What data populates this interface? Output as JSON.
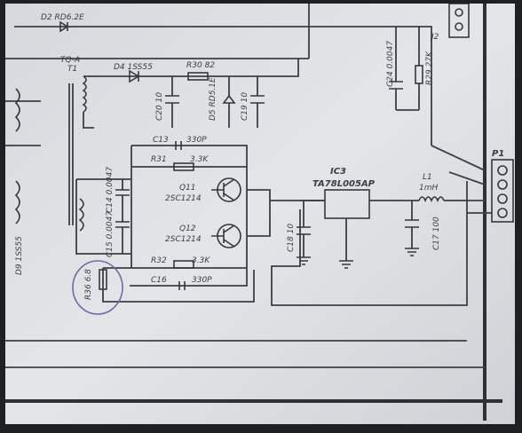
{
  "labels": {
    "d2": "D2 RD6.2E",
    "t1": "T1",
    "tpa": "TQ-A",
    "d4": "D4 1SS55",
    "r30": "R30 82",
    "d5": "D5 RD5.1E",
    "c20": "C20 10",
    "c19": "C19 10",
    "c24": "C24 0.0047",
    "r29": "R29 27K",
    "c13": "C13",
    "c13v": "330P",
    "r31": "R31",
    "r31v": "3.3K",
    "c14": "C14 0.0047",
    "q11": "Q11",
    "q11p": "2SC1214",
    "c15": "C15 0.0047",
    "q12": "Q12",
    "q12p": "2SC1214",
    "d9": "D9 1SS55",
    "r36": "R36 6.8",
    "r32": "R32",
    "r32v": "3.3K",
    "c16": "C16",
    "c16v": "330P",
    "ic3": "IC3",
    "ic3p": "TA78L005AP",
    "c18": "C18 10",
    "l1": "L1",
    "l1v": "1mH",
    "c17": "C17 100",
    "p1": "P1",
    "j2": "J2"
  },
  "colors": {
    "paper": "#dcdee2",
    "ink": "#3a3d44",
    "frame": "#1e2024",
    "highlight": "#6f6aa8"
  }
}
